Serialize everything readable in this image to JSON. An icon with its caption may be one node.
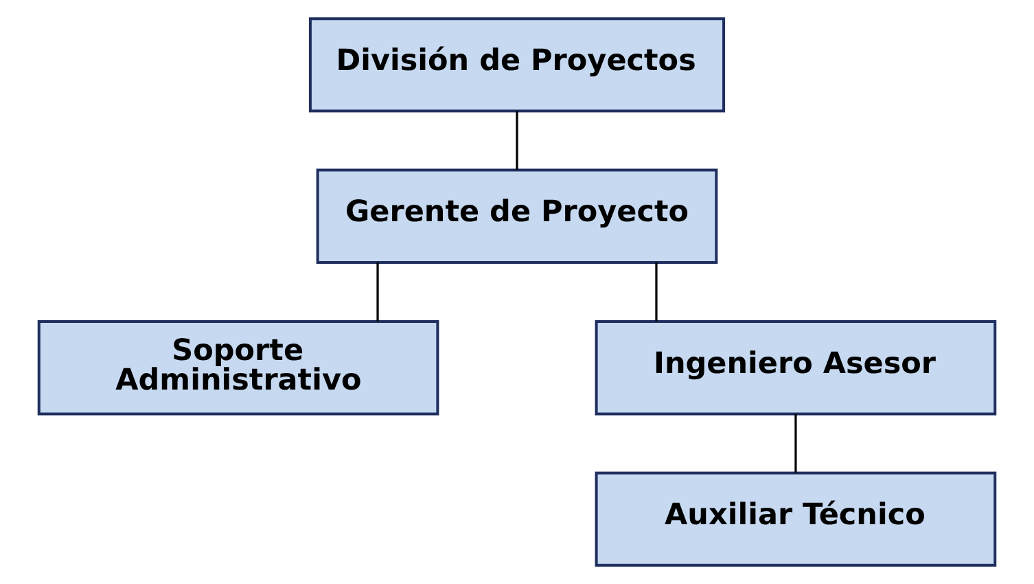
{
  "diagram": {
    "nodes": [
      {
        "text": [
          "División de Proyectos"
        ]
      },
      {
        "text": [
          "Gerente de Proyecto"
        ]
      },
      {
        "text": [
          "Soporte Administrativo"
        ]
      },
      {
        "text": [
          "Ingeniero Asesor"
        ]
      },
      {
        "text": [
          "Auxiliar Técnico"
        ]
      }
    ],
    "edges": [
      {
        "from": 0,
        "to": 1,
        "arrow": "none"
      },
      {
        "from": 1,
        "to": 2,
        "arrow": "none"
      },
      {
        "from": 1,
        "to": 3,
        "arrow": "none"
      },
      {
        "from": 3,
        "to": 4,
        "arrow": "none"
      }
    ]
  }
}
